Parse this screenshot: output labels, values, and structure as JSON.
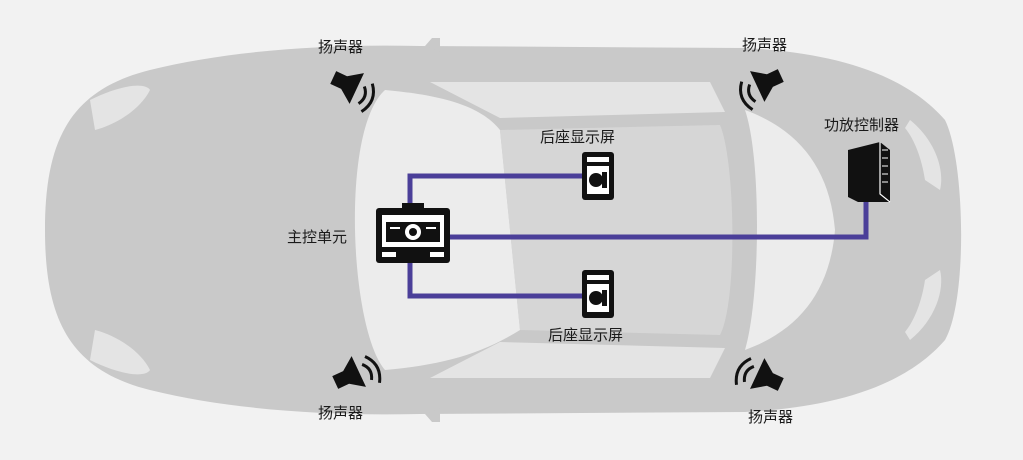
{
  "labels": {
    "speaker_front_left": "扬声器",
    "speaker_front_right": "扬声器",
    "speaker_rear_left": "扬声器",
    "speaker_rear_right": "扬声器",
    "amp_controller": "功放控制器",
    "rear_display_top": "后座显示屏",
    "rear_display_bottom": "后座显示屏",
    "head_unit": "主控单元"
  },
  "colors": {
    "car_body": "#c9c9c9",
    "car_glass": "#ececec",
    "wire": "#4b3f99",
    "device": "#111111",
    "background": "#f2f2f2"
  },
  "icons": {
    "speaker": "speaker-icon",
    "display": "rear-display-icon",
    "head_unit": "head-unit-icon",
    "amplifier": "amplifier-icon"
  }
}
